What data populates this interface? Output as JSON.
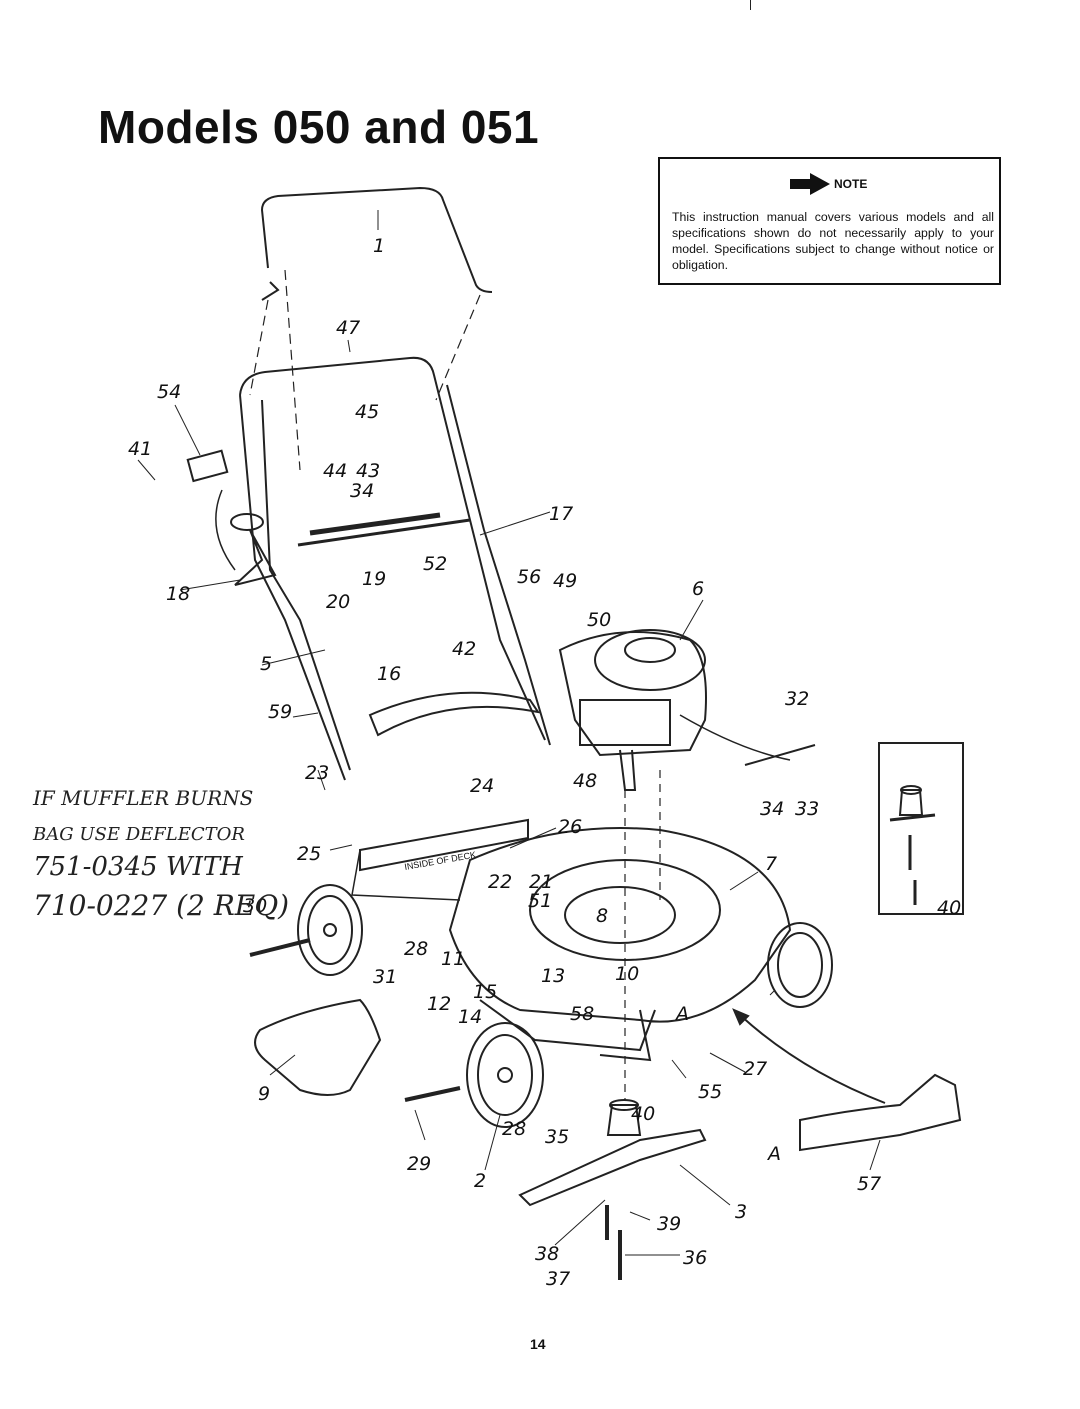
{
  "title": "Models 050 and 051",
  "note": {
    "label": "NOTE",
    "text": "This instruction manual covers various models and all specifications shown do not necessarily apply to your model. Specifications subject to change without notice or obligation."
  },
  "handwritten": {
    "line1": "IF MUFFLER BURNS",
    "line2": "BAG USE DEFLECTOR",
    "line3": "751-0345 WITH",
    "line4": "710-0227 (2 REQ)"
  },
  "deck_label": "INSIDE OF DECK",
  "page_number": "14",
  "callouts": [
    "1",
    "47",
    "54",
    "45",
    "41",
    "44",
    "43",
    "34",
    "17",
    "18",
    "19",
    "52",
    "20",
    "56",
    "49",
    "6",
    "5",
    "16",
    "50",
    "42",
    "59",
    "32",
    "23",
    "24",
    "48",
    "34",
    "33",
    "26",
    "25",
    "7",
    "22",
    "21",
    "51",
    "8",
    "30",
    "28",
    "31",
    "11",
    "13",
    "10",
    "12",
    "15",
    "14",
    "58",
    "A",
    "27",
    "40",
    "9",
    "55",
    "29",
    "28",
    "35",
    "40",
    "2",
    "3",
    "39",
    "57",
    "A",
    "38",
    "36",
    "37"
  ]
}
